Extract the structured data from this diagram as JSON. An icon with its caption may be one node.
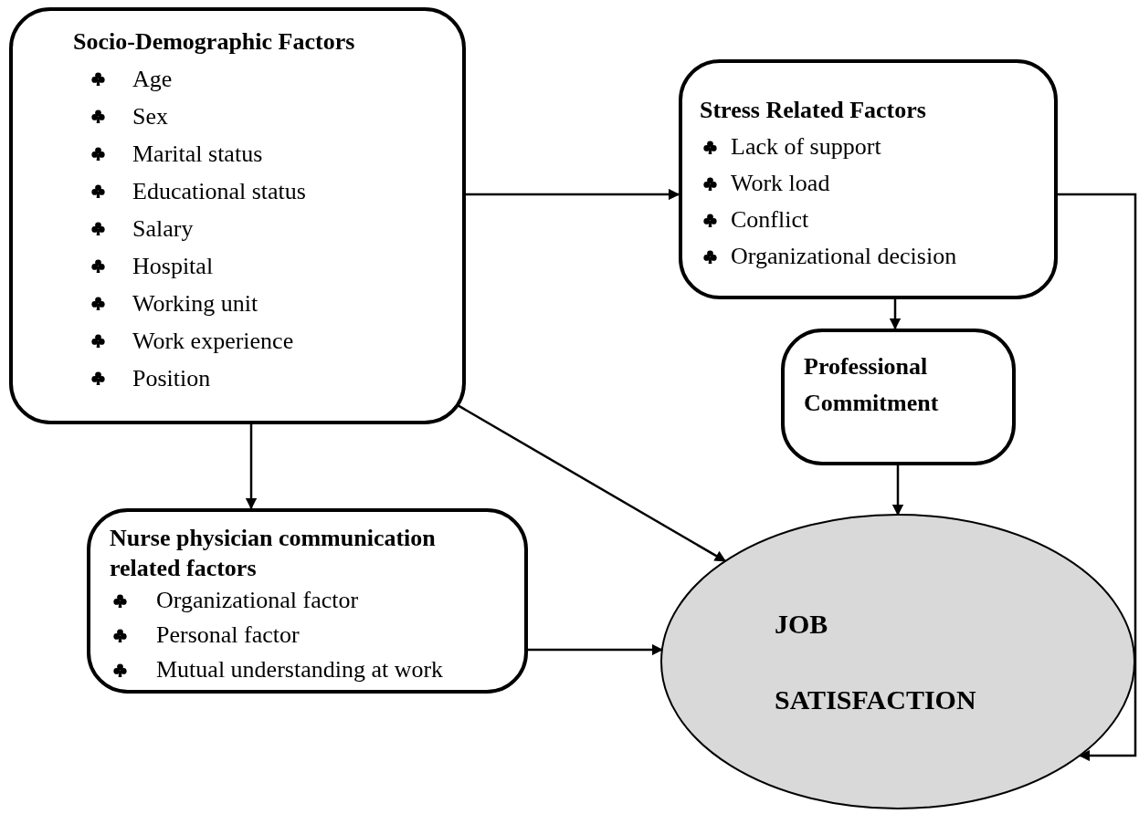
{
  "diagram": {
    "nodes": [
      {
        "text": [
          "Socio-Demographic Factors",
          "Age",
          "Sex",
          "Marital status",
          "Educational status",
          "Salary",
          "Hospital",
          "Working unit",
          "Work experience",
          "Position"
        ]
      },
      {
        "text": [
          "Stress Related Factors",
          "Lack of support",
          "Work load",
          "Conflict",
          "Organizational decision"
        ]
      },
      {
        "text": [
          "Professional Commitment"
        ]
      },
      {
        "text": [
          "Nurse physician communication related factors",
          "Organizational factor",
          "Personal factor",
          "Mutual understanding at work"
        ]
      },
      {
        "text": [
          "JOB SATISFACTION"
        ]
      }
    ],
    "edges": [
      {
        "from": 0,
        "to": 1,
        "arrow": "to"
      },
      {
        "from": 0,
        "to": 3,
        "arrow": "to"
      },
      {
        "from": 0,
        "to": 4,
        "arrow": "to"
      },
      {
        "from": 1,
        "to": 2,
        "arrow": "to"
      },
      {
        "from": 2,
        "to": 4,
        "arrow": "to"
      },
      {
        "from": 3,
        "to": 4,
        "arrow": "to"
      },
      {
        "from": 1,
        "to": 4,
        "arrow": "to"
      }
    ]
  }
}
